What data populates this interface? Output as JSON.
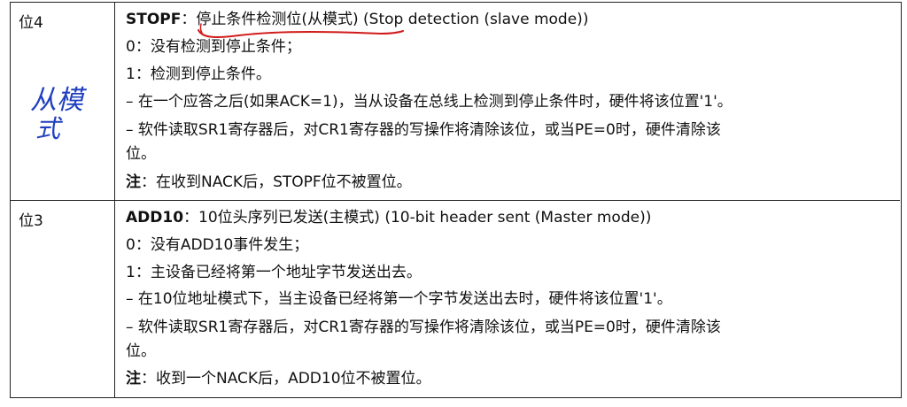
{
  "rows": [
    {
      "bit": "位4",
      "handwriting": "从模式",
      "title_name": "STOPF",
      "title_sep": "：",
      "title_rest": "停止条件检测位(从模式) (Stop detection (slave mode))",
      "lines": [
        "0：没有检测到停止条件；",
        "1：检测到停止条件。",
        "– 在一个应答之后(如果ACK=1)，当从设备在总线上检测到停止条件时，硬件将该位置'1'。",
        "– 软件读取SR1寄存器后，对CR1寄存器的写操作将清除该位，或当PE=0时，硬件清除该",
        "位。"
      ],
      "note_label": "注",
      "note_text": "：在收到NACK后，STOPF位不被置位。"
    },
    {
      "bit": "位3",
      "title_name": "ADD10",
      "title_sep": "：",
      "title_rest": "10位头序列已发送(主模式) (10-bit header sent (Master mode))",
      "lines": [
        "0：没有ADD10事件发生；",
        "1：主设备已经将第一个地址字节发送出去。",
        "– 在10位地址模式下，当主设备已经将第一个字节发送出去时，硬件将该位置'1'。",
        "– 软件读取SR1寄存器后，对CR1寄存器的写操作将清除该位，或当PE=0时，硬件清除该",
        "位。"
      ],
      "note_label": "注",
      "note_text": "：收到一个NACK后，ADD10位不被置位。"
    }
  ],
  "colors": {
    "text": "#111111",
    "border": "#222222",
    "annotation": "#d11a1a",
    "handwriting": "#1f3fbf"
  }
}
